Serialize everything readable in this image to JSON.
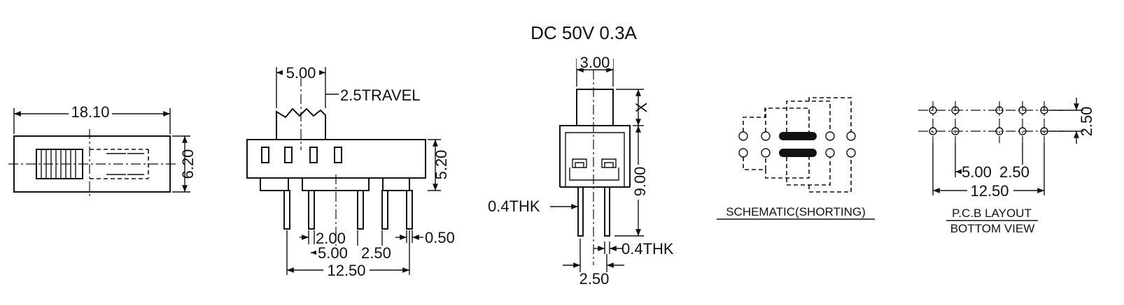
{
  "title": "DC  50V  0.3A",
  "top_view": {
    "width_dim": "18.10",
    "height_dim": "6.20"
  },
  "side_view": {
    "actuator_dim": "5.00",
    "travel": "2.5TRAVEL",
    "height_dim": "5.20",
    "pin_gap": "2.00",
    "pin_thk": "0.50",
    "pitch_a": "5.00",
    "pitch_b": "2.50",
    "overall": "12.50"
  },
  "end_view": {
    "knob_dim": "3.00",
    "x_label": "X",
    "height_dim": "9.00",
    "thk_left": "0.4THK",
    "thk_right": "0.4THK",
    "pin_pitch": "2.50"
  },
  "schematic": {
    "caption": "SCHEMATIC(SHORTING)"
  },
  "pcb": {
    "row_pitch": "2.50",
    "pitch_a": "5.00",
    "pitch_b": "2.50",
    "overall": "12.50",
    "caption_1": "P.C.B LAYOUT",
    "caption_2": "BOTTOM VIEW"
  }
}
